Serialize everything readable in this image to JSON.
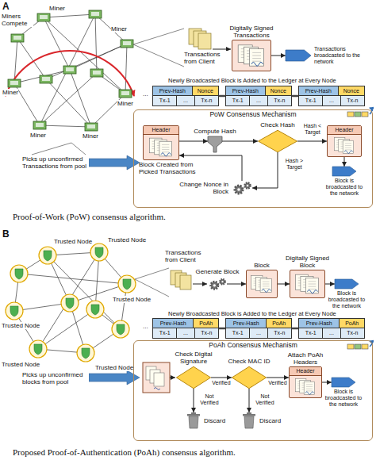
{
  "diagram": {
    "nodes": [
      {
        "text": [
          "Digitally Signed Transactions"
        ]
      },
      {
        "text": [
          "Transactions broadcasted to the network"
        ]
      },
      {
        "text": [
          "Prev-Hash",
          "Nonce",
          "Tx-1",
          "...",
          "Tx-n"
        ]
      },
      {
        "text": [
          "Prev-Hash",
          "Nonce",
          "Tx-1",
          "...",
          "Tx-n"
        ]
      },
      {
        "text": [
          "Prev-Hash",
          "Nonce",
          "Tx-1",
          "...",
          "Tx-n"
        ]
      },
      {
        "text": [
          "PoW Consensus Mechanism"
        ]
      },
      {
        "text": [
          "Header",
          "Block Created from Picked Transactions"
        ],
        "in": 5
      },
      {
        "text": [
          "Compute Hash"
        ],
        "in": 5
      },
      {
        "text": [
          "Check Hash"
        ],
        "in": 5
      },
      {
        "text": [
          "Header"
        ],
        "in": 5
      },
      {
        "text": [
          "Block is broadcasted to the network"
        ],
        "in": 5
      },
      {
        "text": [
          "Change Nonce in Block"
        ],
        "in": 5
      },
      {
        "text": [
          "Generate Block"
        ]
      },
      {
        "text": [
          "Block"
        ]
      },
      {
        "text": [
          "Digitally Signed Block"
        ]
      },
      {
        "text": [
          "Block is broadcasted to the network"
        ]
      },
      {
        "text": [
          "Prev-Hash",
          "PoAh",
          "Tx-1",
          "...",
          "Tx-n"
        ]
      },
      {
        "text": [
          "Prev-Hash",
          "PoAh",
          "Tx-1",
          "...",
          "Tx-n"
        ]
      },
      {
        "text": [
          "Prev-Hash",
          "PoAh",
          "Tx-1",
          "...",
          "Tx-n"
        ]
      },
      {
        "text": [
          "PoAh Consensus Mechanism"
        ]
      },
      {
        "text": [
          "Check Digital Signature"
        ],
        "in": 19
      },
      {
        "text": [
          "Discard"
        ],
        "in": 19
      },
      {
        "text": [
          "Check MAC ID"
        ],
        "in": 19
      },
      {
        "text": [
          "Discard"
        ],
        "in": 19
      },
      {
        "text": [
          "Attach PoAh Headers",
          "Header"
        ],
        "in": 19
      },
      {
        "text": [
          "Block is broadcasted to the network"
        ],
        "in": 19
      }
    ],
    "edges": [
      {
        "from": 0,
        "to": 1,
        "arrow": "to"
      },
      {
        "from": 2,
        "to": 3,
        "arrow": "none"
      },
      {
        "from": 3,
        "to": 4,
        "arrow": "none"
      },
      {
        "from": 6,
        "to": 7,
        "arrow": "to"
      },
      {
        "from": 7,
        "to": 8,
        "arrow": "to"
      },
      {
        "from": 8,
        "to": 9,
        "label": "Hash < Target",
        "arrow": "to"
      },
      {
        "from": 9,
        "to": 10,
        "arrow": "to"
      },
      {
        "from": 8,
        "to": 11,
        "label": "Hash > Target",
        "arrow": "to"
      },
      {
        "from": 11,
        "to": 6,
        "arrow": "to"
      },
      {
        "from": 12,
        "to": 13,
        "arrow": "to"
      },
      {
        "from": 13,
        "to": 14,
        "arrow": "to"
      },
      {
        "from": 14,
        "to": 15,
        "arrow": "to"
      },
      {
        "from": 16,
        "to": 17,
        "arrow": "none"
      },
      {
        "from": 17,
        "to": 18,
        "arrow": "none"
      },
      {
        "from": 20,
        "to": 21,
        "label": "Not Verified",
        "arrow": "to"
      },
      {
        "from": 20,
        "to": 22,
        "label": "Verified",
        "arrow": "to"
      },
      {
        "from": 22,
        "to": 23,
        "label": "Not Verified",
        "arrow": "to"
      },
      {
        "from": 22,
        "to": 24,
        "label": "Verified",
        "arrow": "to"
      },
      {
        "from": 24,
        "to": 25,
        "arrow": "to"
      }
    ],
    "labels": [
      "A",
      "Miners Compete",
      "Miner",
      "Miner",
      "Miner",
      "Miner",
      "Miner",
      "Miner",
      "Transactions from Client",
      "Newly Broadcasted Block is Added to the Ledger at Every Node",
      "...",
      "Picks up unconfirmed Transactions from pool",
      "Proof-of-Work (PoW) consensus algorithm.",
      "B",
      "Trusted Node",
      "Trusted Node",
      "Trusted Node",
      "Trusted Node",
      "Trusted Node",
      "Trusted Node",
      "Transactions from Client",
      "Newly Broadcasted Block is Added to the Ledger at Every Node",
      "...",
      "Picks up unconfirmed blocks from pool",
      "Proposed Proof-of-Authentication (PoAh) consensus algorithm."
    ]
  }
}
